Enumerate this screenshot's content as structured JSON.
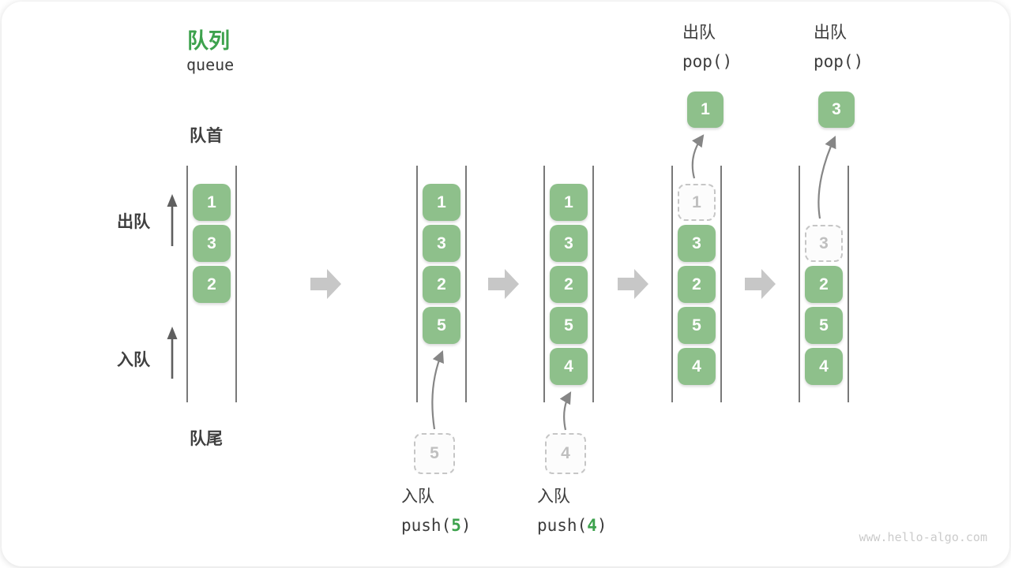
{
  "title": {
    "zh": "队列",
    "en": "queue"
  },
  "side_labels": {
    "front": "队首",
    "rear": "队尾",
    "dequeue": "出队",
    "enqueue": "入队"
  },
  "watermark": "www.hello-algo.com",
  "colors": {
    "box_green": "#8ec08b",
    "accent_green": "#3da24d",
    "text_dark": "#3c3c3c",
    "channel_line": "#4d4d4d",
    "flow_arrow": "#c7c7c7",
    "curve_arrow": "#868686",
    "dashed_border": "#c6c6c6",
    "dashed_text": "#bfbfbf",
    "watermark_gray": "#cbcbcb"
  },
  "queues": [
    {
      "name": "state-initial",
      "slots": [
        {
          "value": "1",
          "row": 0
        },
        {
          "value": "3",
          "row": 1
        },
        {
          "value": "2",
          "row": 2
        }
      ]
    },
    {
      "name": "state-after-push5",
      "slots": [
        {
          "value": "1",
          "row": 0
        },
        {
          "value": "3",
          "row": 1
        },
        {
          "value": "2",
          "row": 2
        },
        {
          "value": "5",
          "row": 3
        }
      ],
      "incoming": "5",
      "caption_bottom": {
        "label": "入队",
        "code_pre": "push(",
        "code_arg": "5",
        "code_post": ")"
      }
    },
    {
      "name": "state-after-push4",
      "slots": [
        {
          "value": "1",
          "row": 0
        },
        {
          "value": "3",
          "row": 1
        },
        {
          "value": "2",
          "row": 2
        },
        {
          "value": "5",
          "row": 3
        },
        {
          "value": "4",
          "row": 4
        }
      ],
      "incoming": "4",
      "caption_bottom": {
        "label": "入队",
        "code_pre": "push(",
        "code_arg": "4",
        "code_post": ")"
      }
    },
    {
      "name": "state-after-pop1",
      "slots": [
        {
          "value": "1",
          "row": 0,
          "dashed": true
        },
        {
          "value": "3",
          "row": 1
        },
        {
          "value": "2",
          "row": 2
        },
        {
          "value": "5",
          "row": 3
        },
        {
          "value": "4",
          "row": 4
        }
      ],
      "popped": "1",
      "caption_top": {
        "label": "出队",
        "code": "pop()"
      }
    },
    {
      "name": "state-after-pop3",
      "slots": [
        {
          "value": "3",
          "row": 1,
          "dashed": true
        },
        {
          "value": "2",
          "row": 2
        },
        {
          "value": "5",
          "row": 3
        },
        {
          "value": "4",
          "row": 4
        }
      ],
      "popped": "3",
      "caption_top": {
        "label": "出队",
        "code": "pop()"
      }
    }
  ]
}
